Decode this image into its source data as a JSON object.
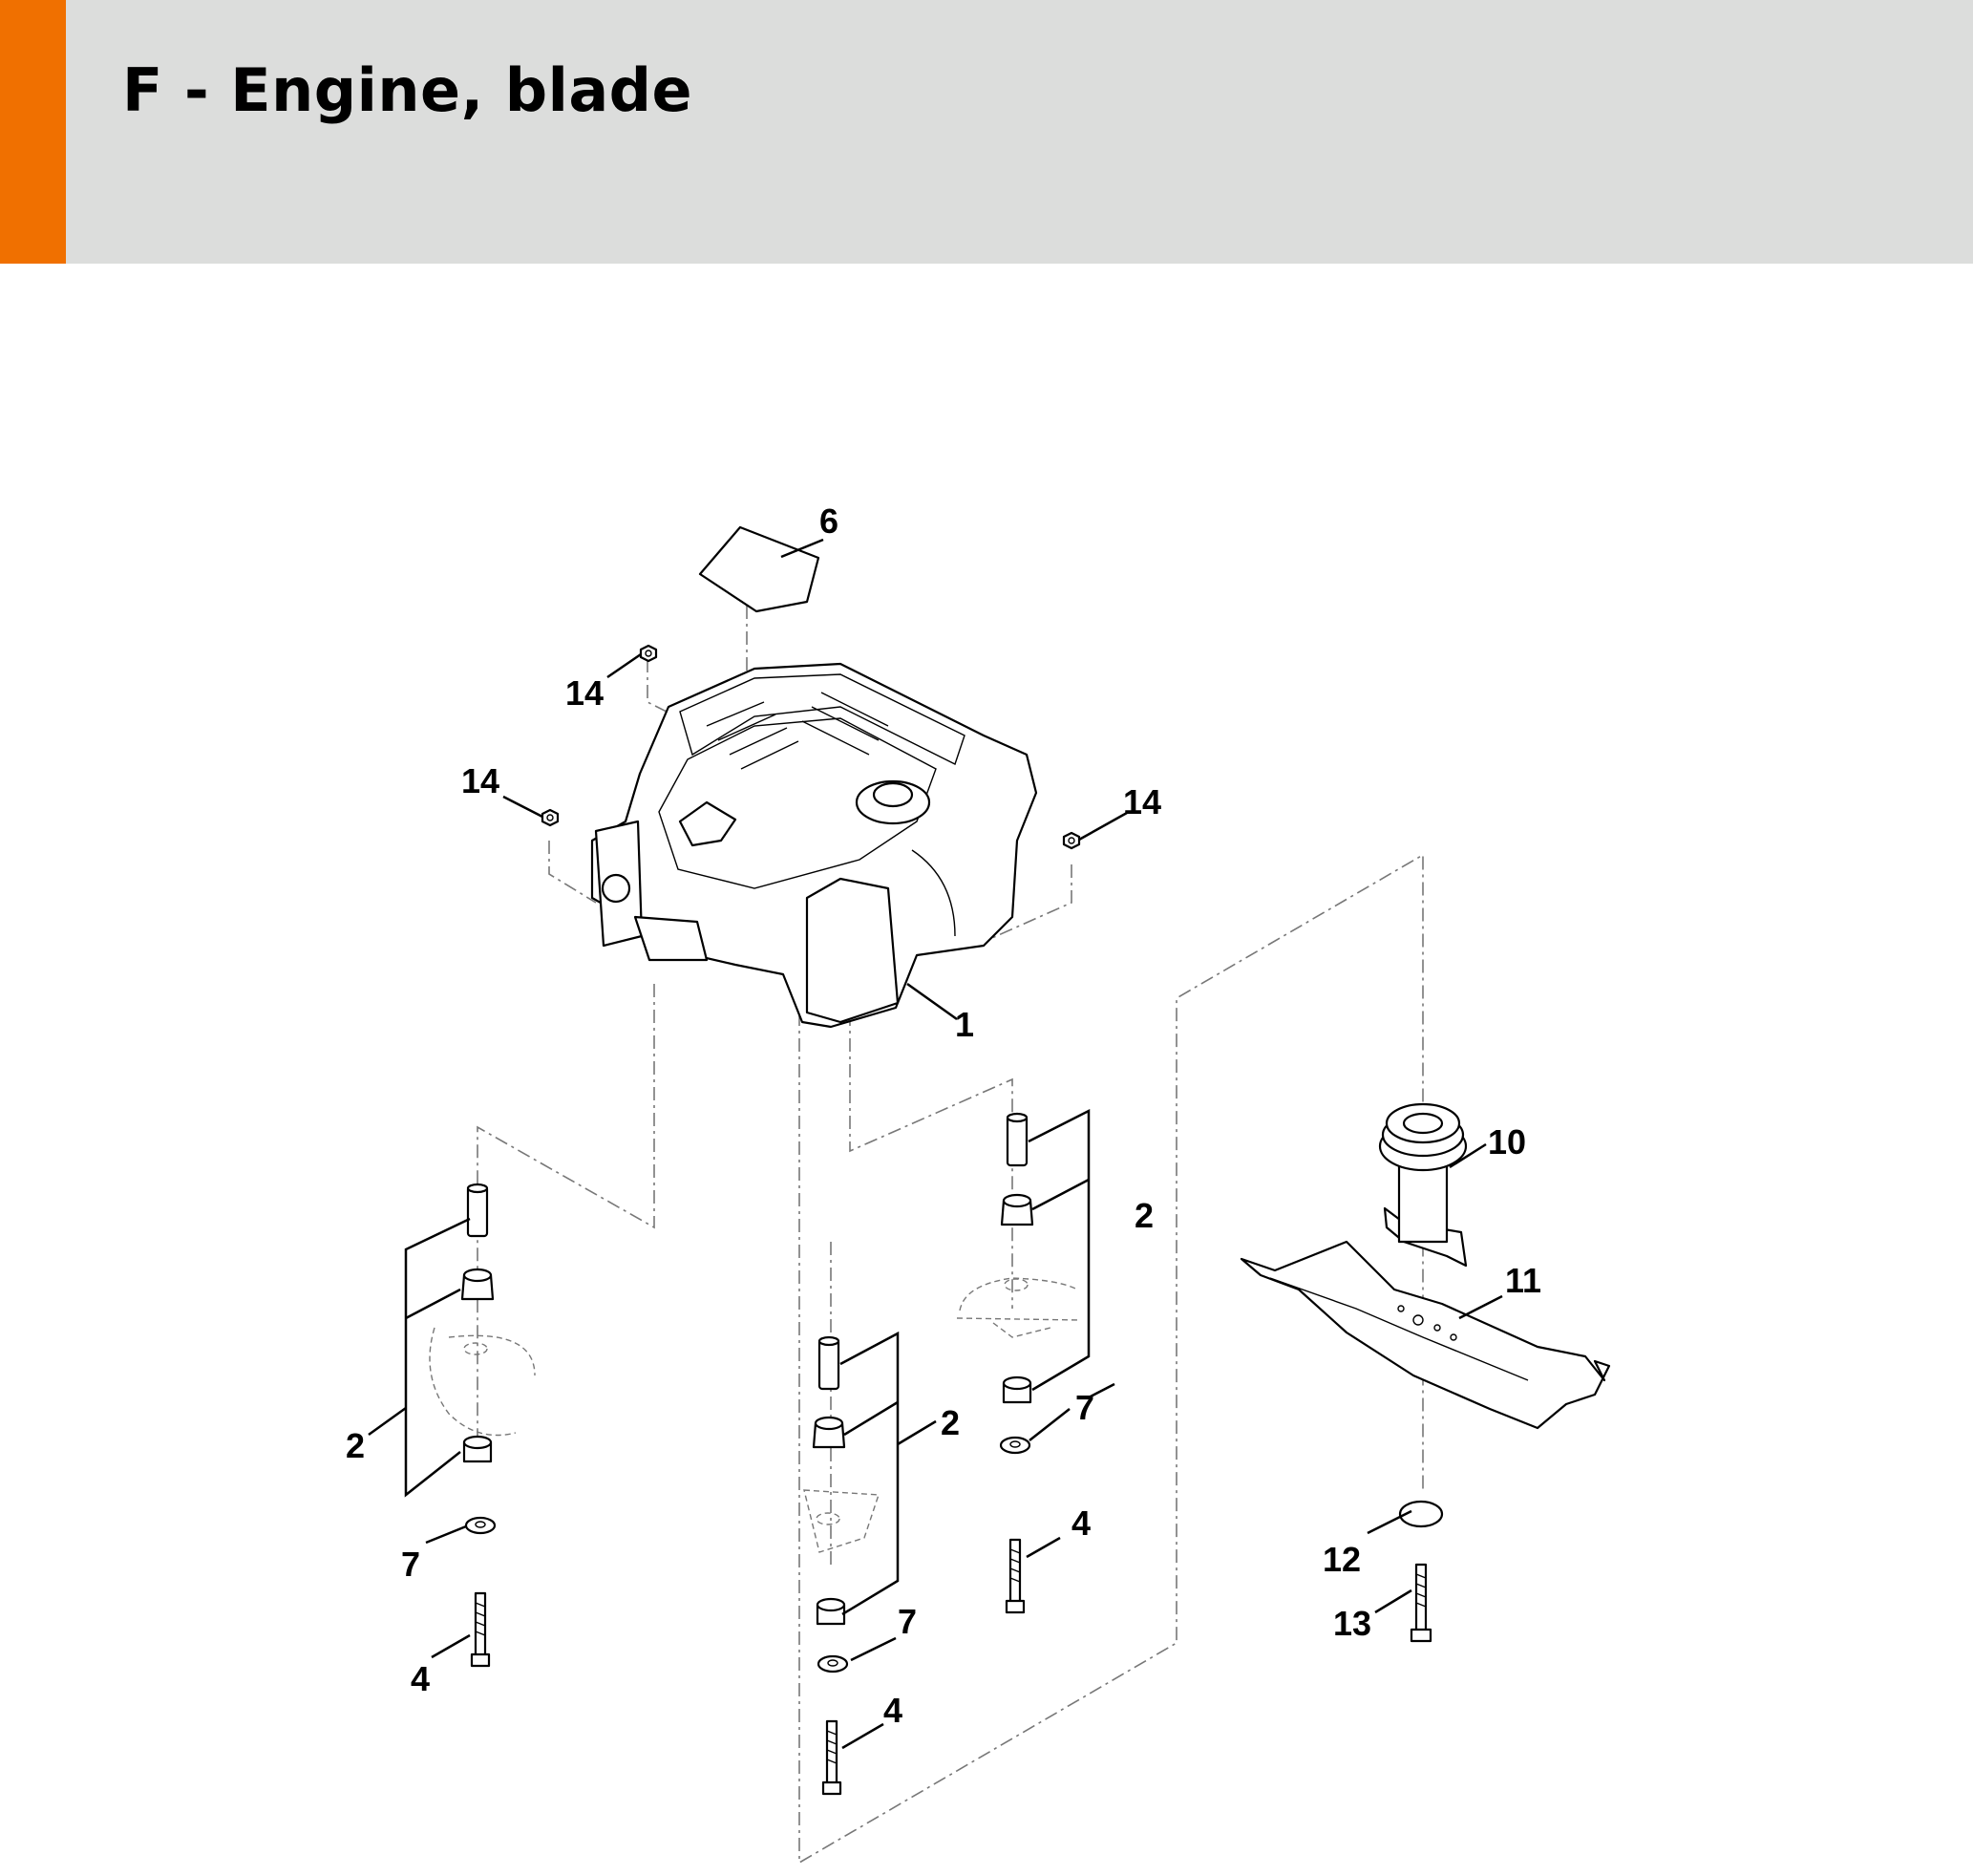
{
  "header": {
    "title": "F - Engine, blade",
    "accent_color": "#f07000",
    "background_color": "#dcdddc"
  },
  "callouts": [
    {
      "id": "c6",
      "label": "6"
    },
    {
      "id": "c14a",
      "label": "14"
    },
    {
      "id": "c14b",
      "label": "14"
    },
    {
      "id": "c14c",
      "label": "14"
    },
    {
      "id": "c1",
      "label": "1"
    },
    {
      "id": "c10",
      "label": "10"
    },
    {
      "id": "c11",
      "label": "11"
    },
    {
      "id": "c2a",
      "label": "2"
    },
    {
      "id": "c2b",
      "label": "2"
    },
    {
      "id": "c2c",
      "label": "2"
    },
    {
      "id": "c7a",
      "label": "7"
    },
    {
      "id": "c7b",
      "label": "7"
    },
    {
      "id": "c7c",
      "label": "7"
    },
    {
      "id": "c4a",
      "label": "4"
    },
    {
      "id": "c4b",
      "label": "4"
    },
    {
      "id": "c4c",
      "label": "4"
    },
    {
      "id": "c12",
      "label": "12"
    },
    {
      "id": "c13",
      "label": "13"
    }
  ]
}
